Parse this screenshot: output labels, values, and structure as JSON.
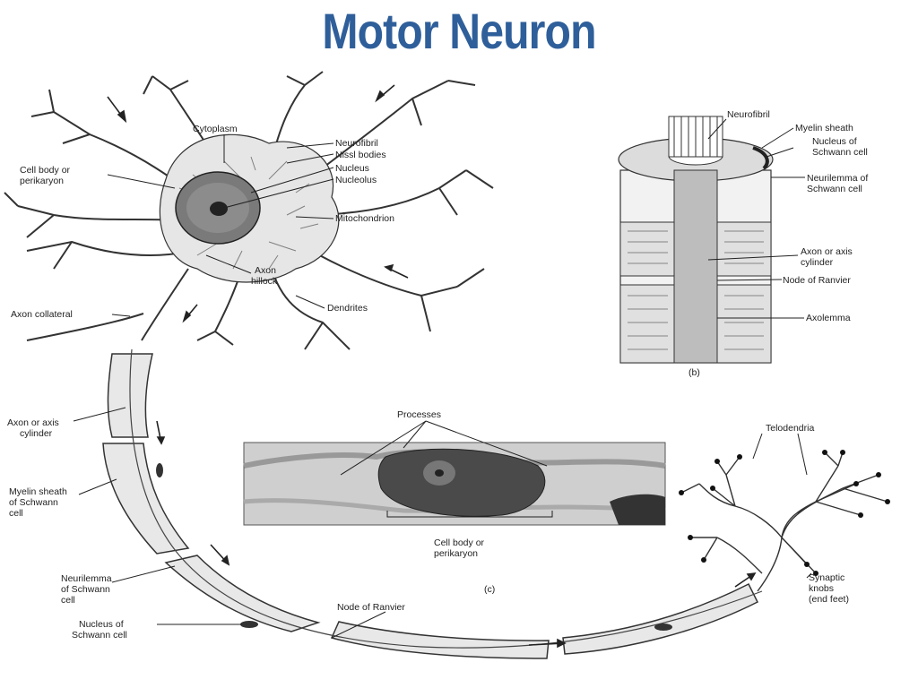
{
  "title": "Motor Neuron",
  "labels": {
    "cytoplasm": "Cytoplasm",
    "neurofibril": "Neurofibril",
    "nissl_bodies": "Nissl bodies",
    "nucleus": "Nucleus",
    "nucleolus": "Nucleolus",
    "cell_body_1": "Cell body or",
    "cell_body_2": "perikaryon",
    "mitochondrion": "Mitochondrion",
    "axon_hillock_1": "Axon",
    "axon_hillock_2": "hillock",
    "axon_collateral": "Axon collateral",
    "dendrites": "Dendrites",
    "axon_cyl_1": "Axon or axis",
    "axon_cyl_2": "cylinder",
    "myelin_1": "Myelin sheath",
    "myelin_2": "of Schwann",
    "myelin_3": "cell",
    "neurilemma_1": "Neurilemma",
    "neurilemma_2": "of Schwann",
    "neurilemma_3": "cell",
    "nucleus_schwann_1": "Nucleus of",
    "nucleus_schwann_2": "Schwann cell",
    "node_ranvier": "Node of Ranvier",
    "telodendria": "Telodendria",
    "synaptic_1": "Synaptic",
    "synaptic_2": "knobs",
    "synaptic_3": "(end feet)",
    "processes": "Processes",
    "c_cell_body_1": "Cell body or",
    "c_cell_body_2": "perikaryon",
    "panel_c": "(c)",
    "b_neurofibril": "Neurofibril",
    "b_myelin": "Myelin sheath",
    "b_nucleus_1": "Nucleus of",
    "b_nucleus_2": "Schwann cell",
    "b_neurilemma_1": "Neurilemma of",
    "b_neurilemma_2": "Schwann cell",
    "b_axon_1": "Axon or axis",
    "b_axon_2": "cylinder",
    "b_node": "Node of Ranvier",
    "b_axolemma": "Axolemma",
    "panel_b": "(b)"
  }
}
